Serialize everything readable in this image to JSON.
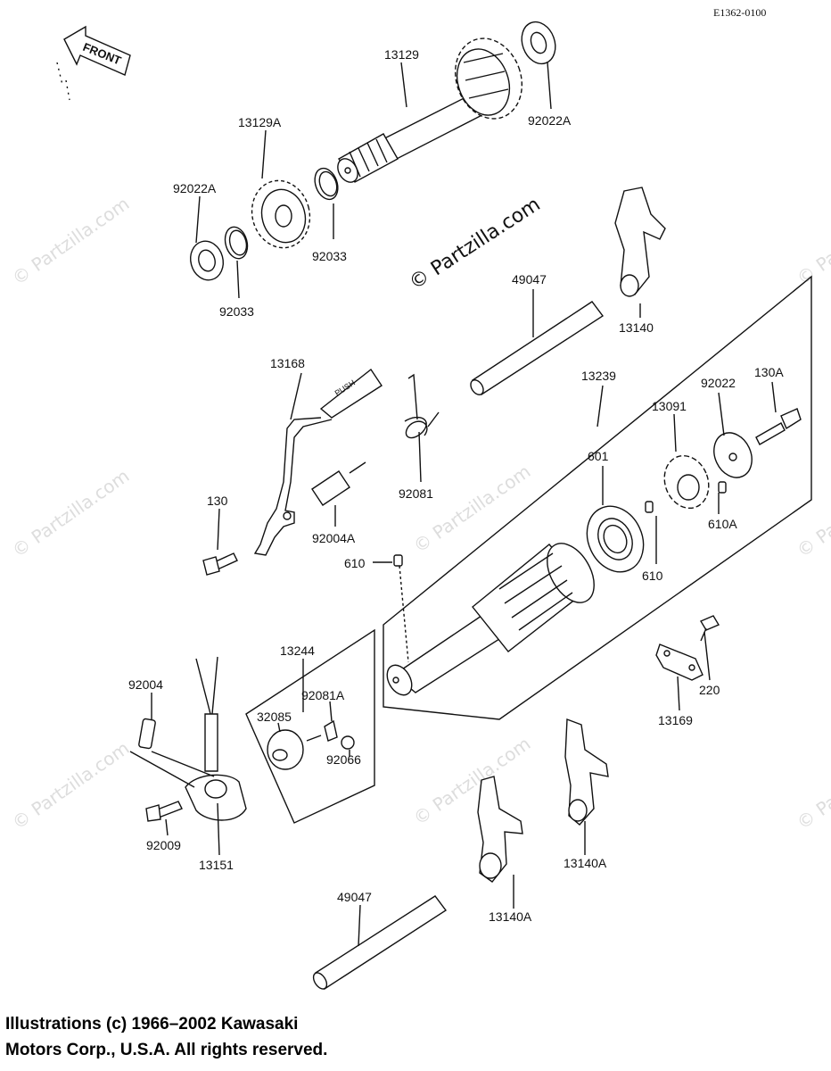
{
  "diagram_code": "E1362-0100",
  "front_label": "FRONT",
  "push_label": "PUSH",
  "watermark": "© Partzilla.com",
  "copyright": {
    "line1": "Illustrations (c) 1966–2002 Kawasaki",
    "line2": "Motors Corp., U.S.A.  All rights reserved."
  },
  "parts": [
    {
      "id": "13129"
    },
    {
      "id": "92022A"
    },
    {
      "id": "13129A"
    },
    {
      "id": "92022A"
    },
    {
      "id": "92033"
    },
    {
      "id": "92033"
    },
    {
      "id": "49047"
    },
    {
      "id": "13140"
    },
    {
      "id": "13168"
    },
    {
      "id": "13239"
    },
    {
      "id": "130A"
    },
    {
      "id": "92022"
    },
    {
      "id": "13091"
    },
    {
      "id": "92081"
    },
    {
      "id": "601"
    },
    {
      "id": "130"
    },
    {
      "id": "92004A"
    },
    {
      "id": "610A"
    },
    {
      "id": "610"
    },
    {
      "id": "610"
    },
    {
      "id": "13244"
    },
    {
      "id": "92004"
    },
    {
      "id": "92081A"
    },
    {
      "id": "32085"
    },
    {
      "id": "92066"
    },
    {
      "id": "220"
    },
    {
      "id": "13169"
    },
    {
      "id": "92009"
    },
    {
      "id": "13151"
    },
    {
      "id": "13140A"
    },
    {
      "id": "49047"
    },
    {
      "id": "13140A"
    }
  ]
}
